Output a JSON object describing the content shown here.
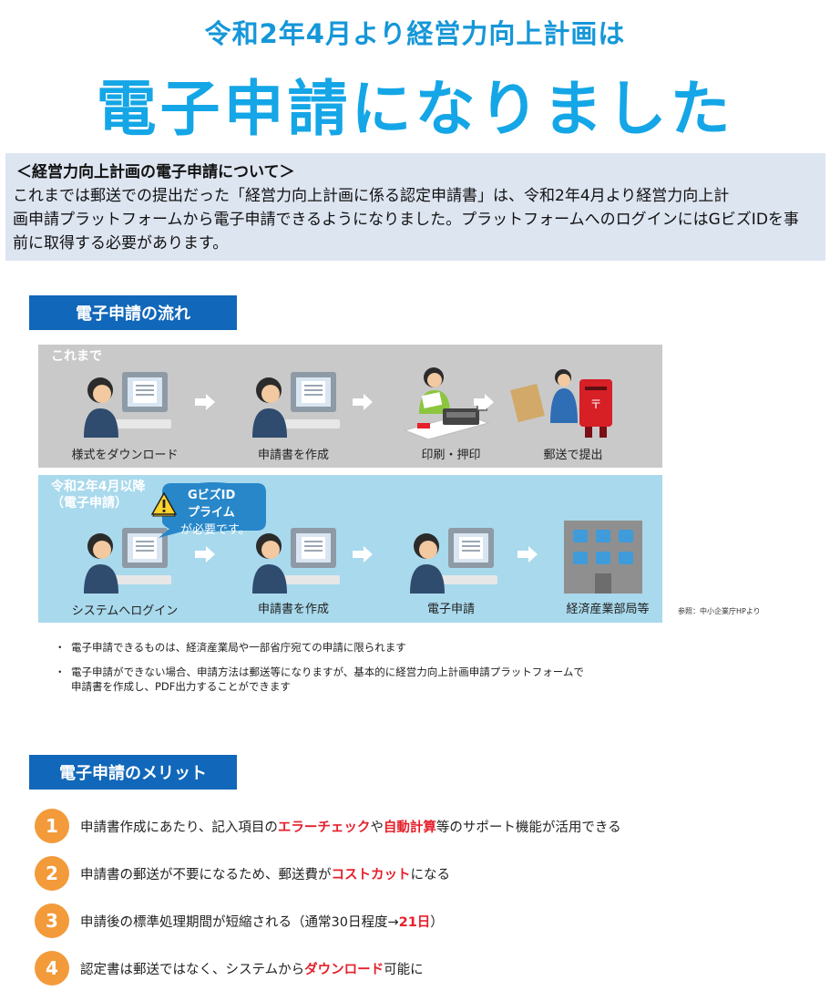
{
  "header": {
    "subtitle": "令和2年4月より経営力向上計画は",
    "title": "電子申請になりました"
  },
  "about": {
    "heading": "＜経営力向上計画の電子申請について＞",
    "lines": [
      "これまでは郵送での提出だった「経営力向上計画に係る認定申請書」は、令和2年4月より経営力向上計",
      "画申請プラットフォームから電子申請できるようになりました。プラットフォームへのログインにはGビズIDを事",
      "前に取得する必要があります。"
    ]
  },
  "flow": {
    "section_title": "電子申請の流れ",
    "before": {
      "label": "これまで",
      "steps": [
        "様式をダウンロード",
        "申請書を作成",
        "印刷・押印",
        "郵送で提出"
      ]
    },
    "after": {
      "label_line1": "令和2年4月以降",
      "label_line2": "（電子申請）",
      "steps": [
        "システムへログイン",
        "申請書を作成",
        "電子申請",
        "経済産業部局等"
      ]
    },
    "callout": {
      "line1": "GビズID",
      "line2": "プライム",
      "line3": "が必要です。"
    },
    "source": "参照：中小企業庁HPより"
  },
  "notes": [
    "電子申請できるものは、経済産業局や一部省庁宛ての申請に限られます",
    "電子申請ができない場合、申請方法は郵送等になりますが、基本的に経営力向上計画申請プラットフォームで",
    "申請書を作成し、PDF出力することができます"
  ],
  "notes_bullet": "・",
  "merits": {
    "section_title": "電子申請のメリット",
    "items": [
      {
        "num": "1",
        "pre": "申請書作成にあたり、記入項目の",
        "hl1": "エラーチェック",
        "mid": "や",
        "hl2": "自動計算",
        "post": "等のサポート機能が活用できる"
      },
      {
        "num": "2",
        "pre": "申請書の郵送が不要になるため、郵送費が",
        "hl1": "コストカット",
        "post": "になる"
      },
      {
        "num": "3",
        "pre": "申請後の標準処理期間が短縮される（通常30日程度→",
        "hl1": "21日",
        "post": "）"
      },
      {
        "num": "4",
        "pre": "認定書は郵送ではなく、システムから",
        "hl1": "ダウンロード",
        "post": "可能に"
      }
    ]
  },
  "colors": {
    "title_blue": "#14a6e6",
    "section_blue": "#1167b9",
    "panel_gray": "#c9c9c9",
    "panel_blue": "#a9d9ec",
    "merit_orange": "#f39a3a",
    "highlight_red": "#e5202b"
  }
}
